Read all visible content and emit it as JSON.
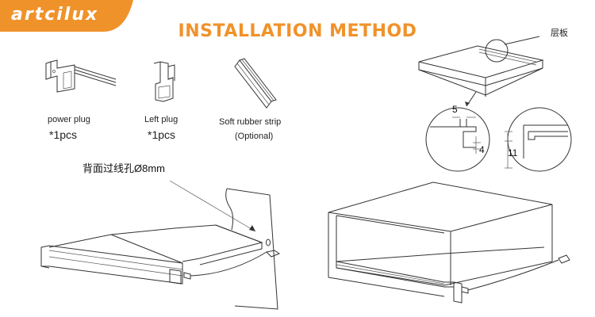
{
  "brand": {
    "logo_text": "artcilux",
    "accent_color": "#f0922a"
  },
  "title": "INSTALLATION METHOD",
  "parts": [
    {
      "name": "power plug",
      "qty": "*1pcs"
    },
    {
      "name": "Left plug",
      "qty": "*1pcs"
    },
    {
      "name": "Soft rubber strip",
      "qty": "(Optional)"
    }
  ],
  "annotations": {
    "shelf_label": "层板",
    "hole_note": "背面过线孔Ø8mm"
  },
  "dimensions": {
    "gap": "5",
    "depth": "4",
    "height": "11"
  }
}
